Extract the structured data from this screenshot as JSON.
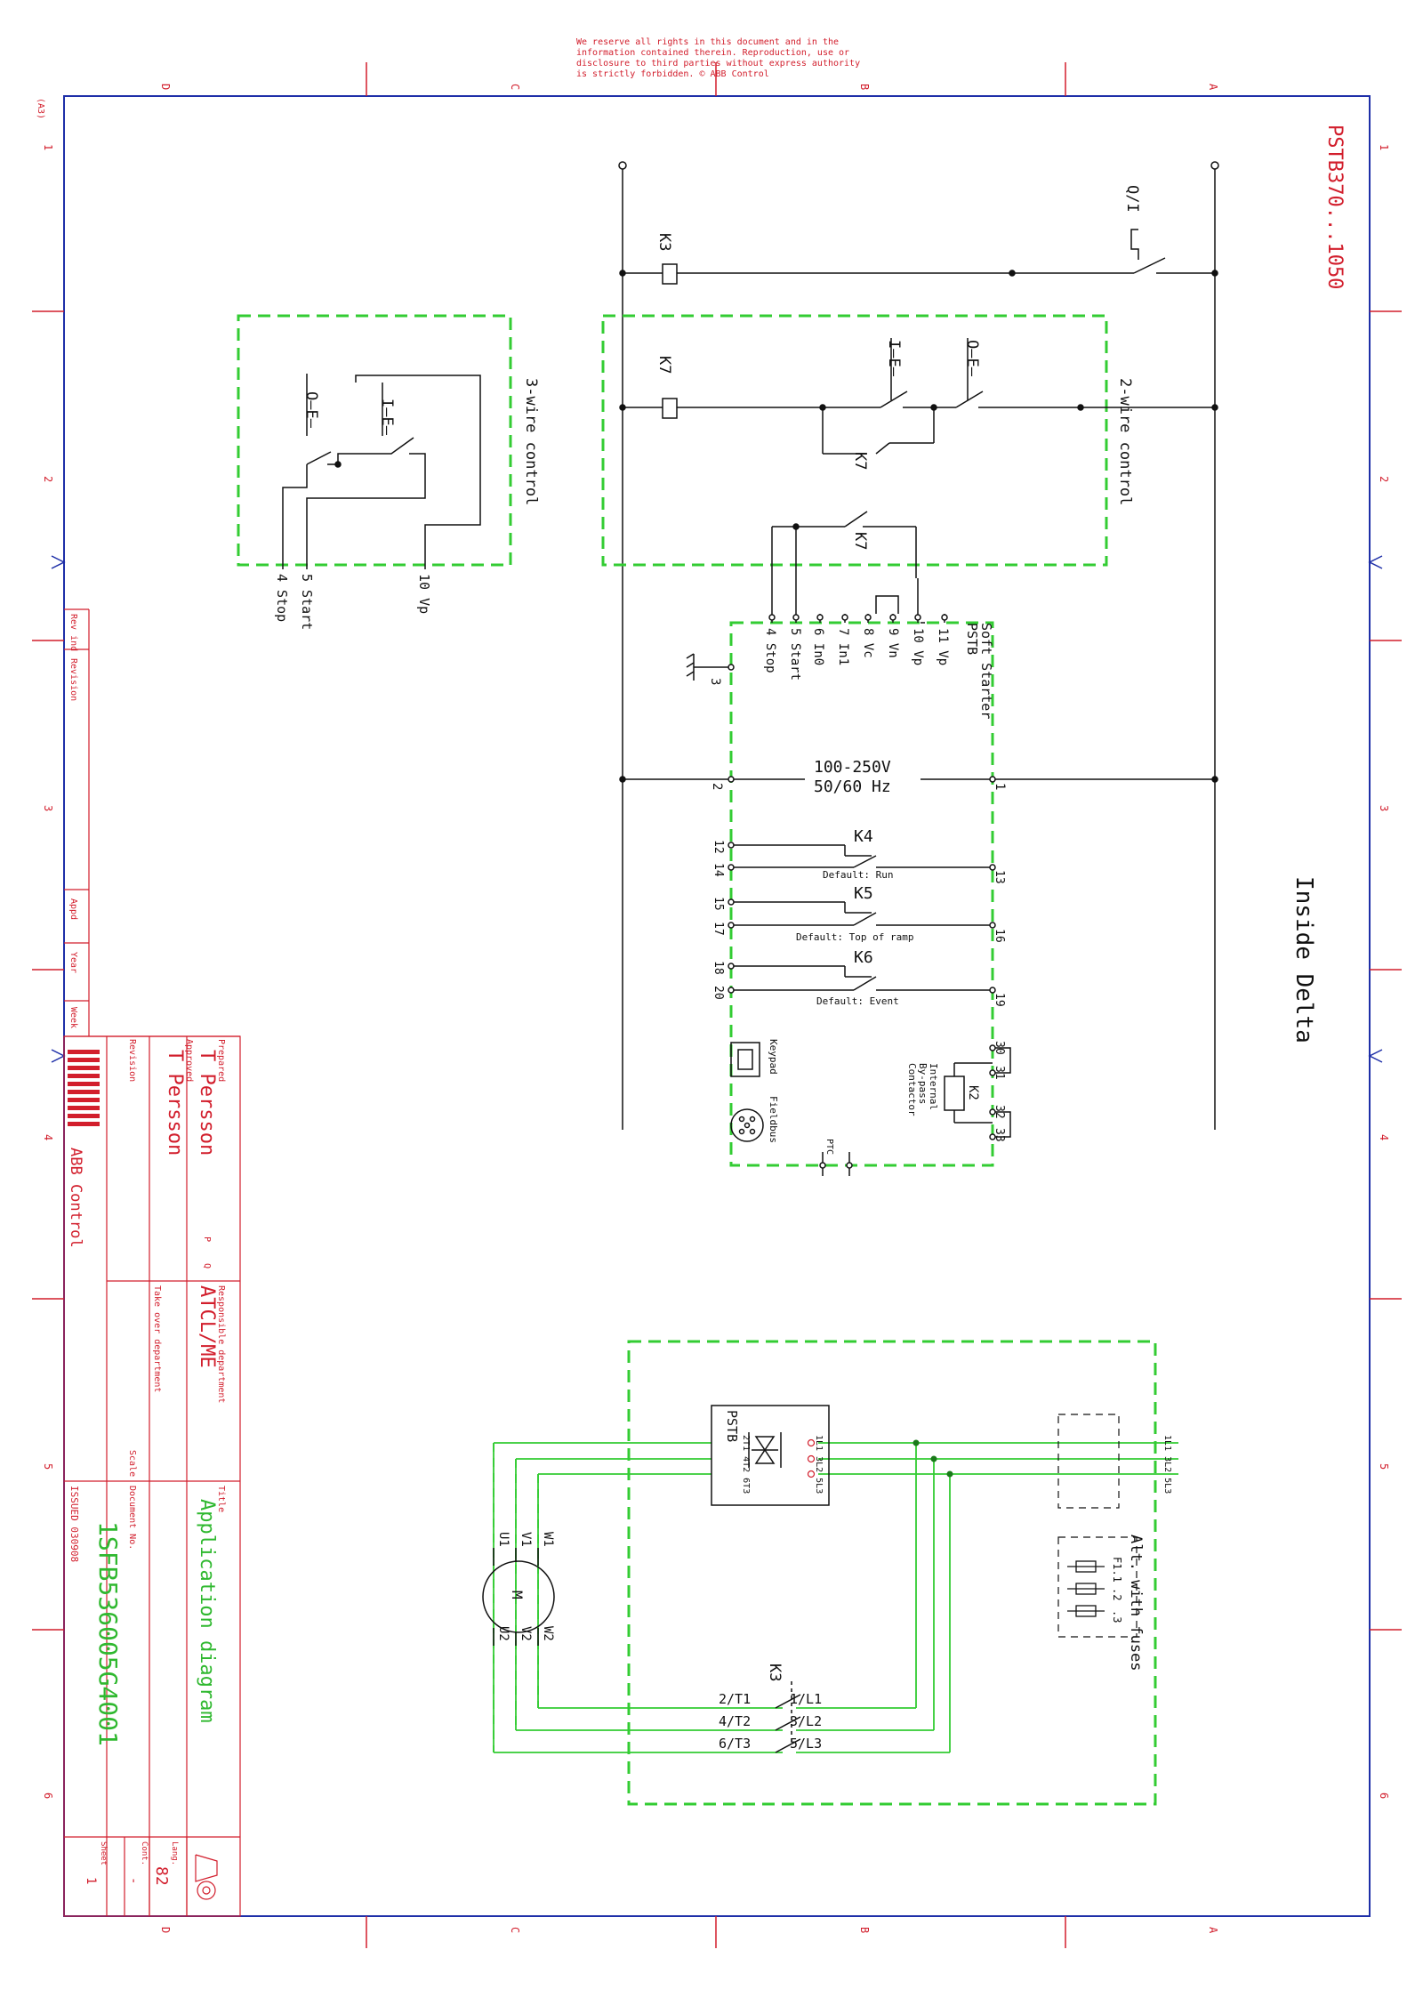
{
  "notice": {
    "lines": [
      "We reserve all rights in this document and in the",
      "information contained therein. Reproduction, use or",
      "disclosure to third parties without express authority",
      "is strictly forbidden. © ABB Control"
    ]
  },
  "drawing": {
    "product": "PSTB370...1050",
    "connection": "Inside Delta"
  },
  "frame": {
    "col_letters": [
      "D",
      "C",
      "B",
      "A"
    ],
    "row_numbers": [
      "1",
      "2",
      "3",
      "4",
      "5",
      "6"
    ],
    "corner_mark": "(A3)"
  },
  "revision_block": {
    "rev_ind": "Rev ind",
    "revision": "Revision",
    "appd": "Appd",
    "year": "Year",
    "week": "Week"
  },
  "control": {
    "two_wire_label": "2-wire control",
    "three_wire_label": "3-wire control",
    "relay_k3": "K3",
    "relay_k7": "K7",
    "contact_k7_a": "K7",
    "contact_k7_b": "K7",
    "switch_q1": "Q/I",
    "three_wire_vp": "10 Vp",
    "three_wire_start": "5 Start",
    "three_wire_stop": "4 Stop"
  },
  "soft_starter": {
    "title": "Soft Starter",
    "subtitle": "PSTB",
    "terminals": [
      "11 Vp",
      "10 Vp",
      "9 Vn",
      "8 Vc",
      "7 In1",
      "6 In0",
      "5 Start",
      "4 Stop"
    ],
    "ground_terminal": "3",
    "supply": "100-250V",
    "frequency": "50/60 Hz",
    "supply_left": "2",
    "supply_right": "1",
    "relays": [
      {
        "name": "K4",
        "default": "Default: Run",
        "left_a": "12",
        "left_b": "14",
        "right": "13"
      },
      {
        "name": "K5",
        "default": "Default: Top of ramp",
        "left_a": "15",
        "left_b": "17",
        "right": "16"
      },
      {
        "name": "K6",
        "default": "Default: Event",
        "left_a": "18",
        "left_b": "20",
        "right": "19"
      }
    ],
    "keypad": "Keypad",
    "fieldbus": "Fieldbus",
    "ptc": "PTC",
    "bypass_lines": [
      "Internal",
      "By-pass",
      "Contactor"
    ],
    "bypass_relay": "K2",
    "bypass_terminals": [
      "30",
      "31",
      "32",
      "33"
    ]
  },
  "power": {
    "pstb_label": "PSTB",
    "out_terminals": "2T1 4T2 6T3",
    "in_terminals": "1L1 3L2 5L3",
    "line_terminals": "1L1 3L2 5L3",
    "alt_fuses": "Alt. with fuses",
    "fuses": [
      "F1.1",
      ".2",
      ".3"
    ],
    "motor": "M",
    "motor_top": [
      "W1",
      "V1",
      "U1"
    ],
    "motor_bottom": [
      "W2",
      "V2",
      "U2"
    ],
    "contactor_k3": "K3",
    "k3_contacts": [
      {
        "t": "2/T1",
        "l": "1/L1"
      },
      {
        "t": "4/T2",
        "l": "3/L2"
      },
      {
        "t": "6/T3",
        "l": "5/L3"
      }
    ]
  },
  "title_block": {
    "prepared_label": "Prepared",
    "prepared_value": "T Persson",
    "approved_label": "Approved",
    "approved_value": "T Persson",
    "revision_label": "Revision",
    "p_mark": "P",
    "q_mark": "Q",
    "brand": "ABB Control",
    "resp_label": "Responsible department",
    "resp_value": "ATCL/ME",
    "takeover_label": "Take over department",
    "scale_label": "Scale",
    "title_label": "Title",
    "title_value": "Application diagram",
    "docno_label": "Document No.",
    "docno_value": "1SFB536005G4001",
    "issued": "ISSUED 030908",
    "lang_label": "Lang.",
    "lang_value": "82",
    "cont_label": "Cont.",
    "cont_value": "-",
    "sheet_label": "Sheet",
    "sheet_value": "1"
  },
  "colors": {
    "frame": "#1e2fa8",
    "red": "#d21e2c",
    "green": "#2fb82f",
    "line": "#111111"
  }
}
